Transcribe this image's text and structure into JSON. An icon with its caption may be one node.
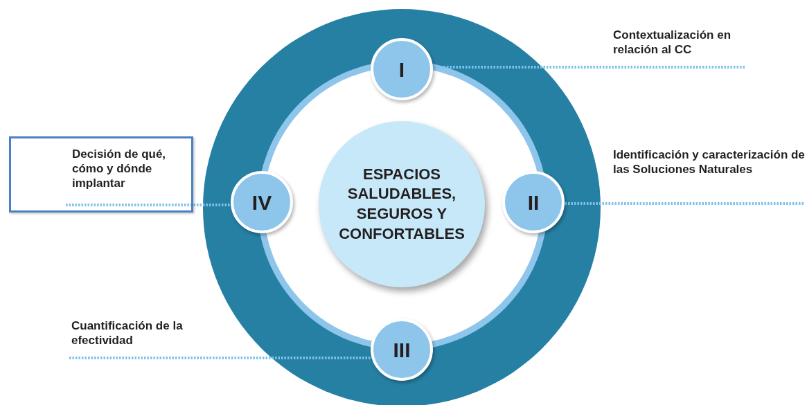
{
  "diagram": {
    "nodes": [
      {
        "text": [
          "ESPACIOS SALUDABLES, SEGUROS Y CONFORTABLES"
        ]
      },
      {
        "text": [
          "I"
        ]
      },
      {
        "text": [
          "II"
        ]
      },
      {
        "text": [
          "III"
        ]
      },
      {
        "text": [
          "IV"
        ]
      },
      {
        "text": [
          "Contextualización en relación al CC"
        ]
      },
      {
        "text": [
          "Identificación y caracterización de las Soluciones Naturales"
        ]
      },
      {
        "text": [
          "Cuantificación de la efectividad"
        ]
      },
      {
        "text": [
          "Decisión de qué, cómo y dónde implantar"
        ]
      }
    ],
    "edges": [
      {
        "from": 5,
        "to": 1,
        "arrow": "none",
        "style": "dashed"
      },
      {
        "from": 6,
        "to": 2,
        "arrow": "none",
        "style": "dashed"
      },
      {
        "from": 7,
        "to": 3,
        "arrow": "none",
        "style": "dashed"
      },
      {
        "from": 8,
        "to": 4,
        "arrow": "none",
        "style": "dashed"
      }
    ]
  }
}
